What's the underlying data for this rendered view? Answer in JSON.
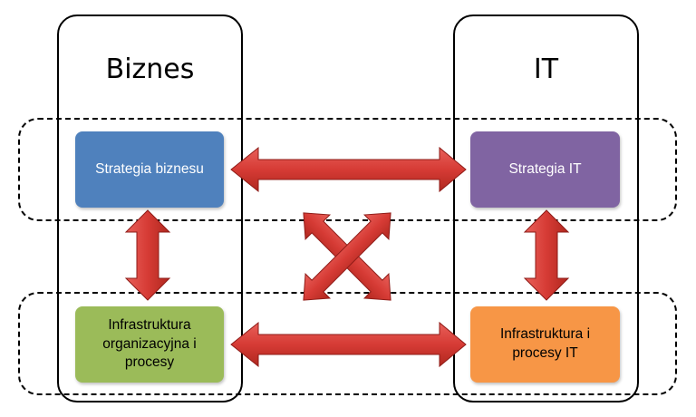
{
  "columns": {
    "business": {
      "title": "Biznes"
    },
    "it": {
      "title": "IT"
    }
  },
  "boxes": {
    "business_strategy": {
      "label": "Strategia biznesu",
      "color": "#4F81BD"
    },
    "it_strategy": {
      "label": "Strategia IT",
      "color": "#8064A2"
    },
    "business_infrastructure": {
      "label": "Infrastruktura organizacyjna i procesy",
      "color": "#9BBB59"
    },
    "it_infrastructure": {
      "label": "Infrastruktura i procesy IT",
      "color": "#F79646"
    }
  },
  "colors": {
    "arrow_fill": "#D63B35",
    "arrow_stroke": "#8E1B17",
    "frame": "#000000"
  }
}
